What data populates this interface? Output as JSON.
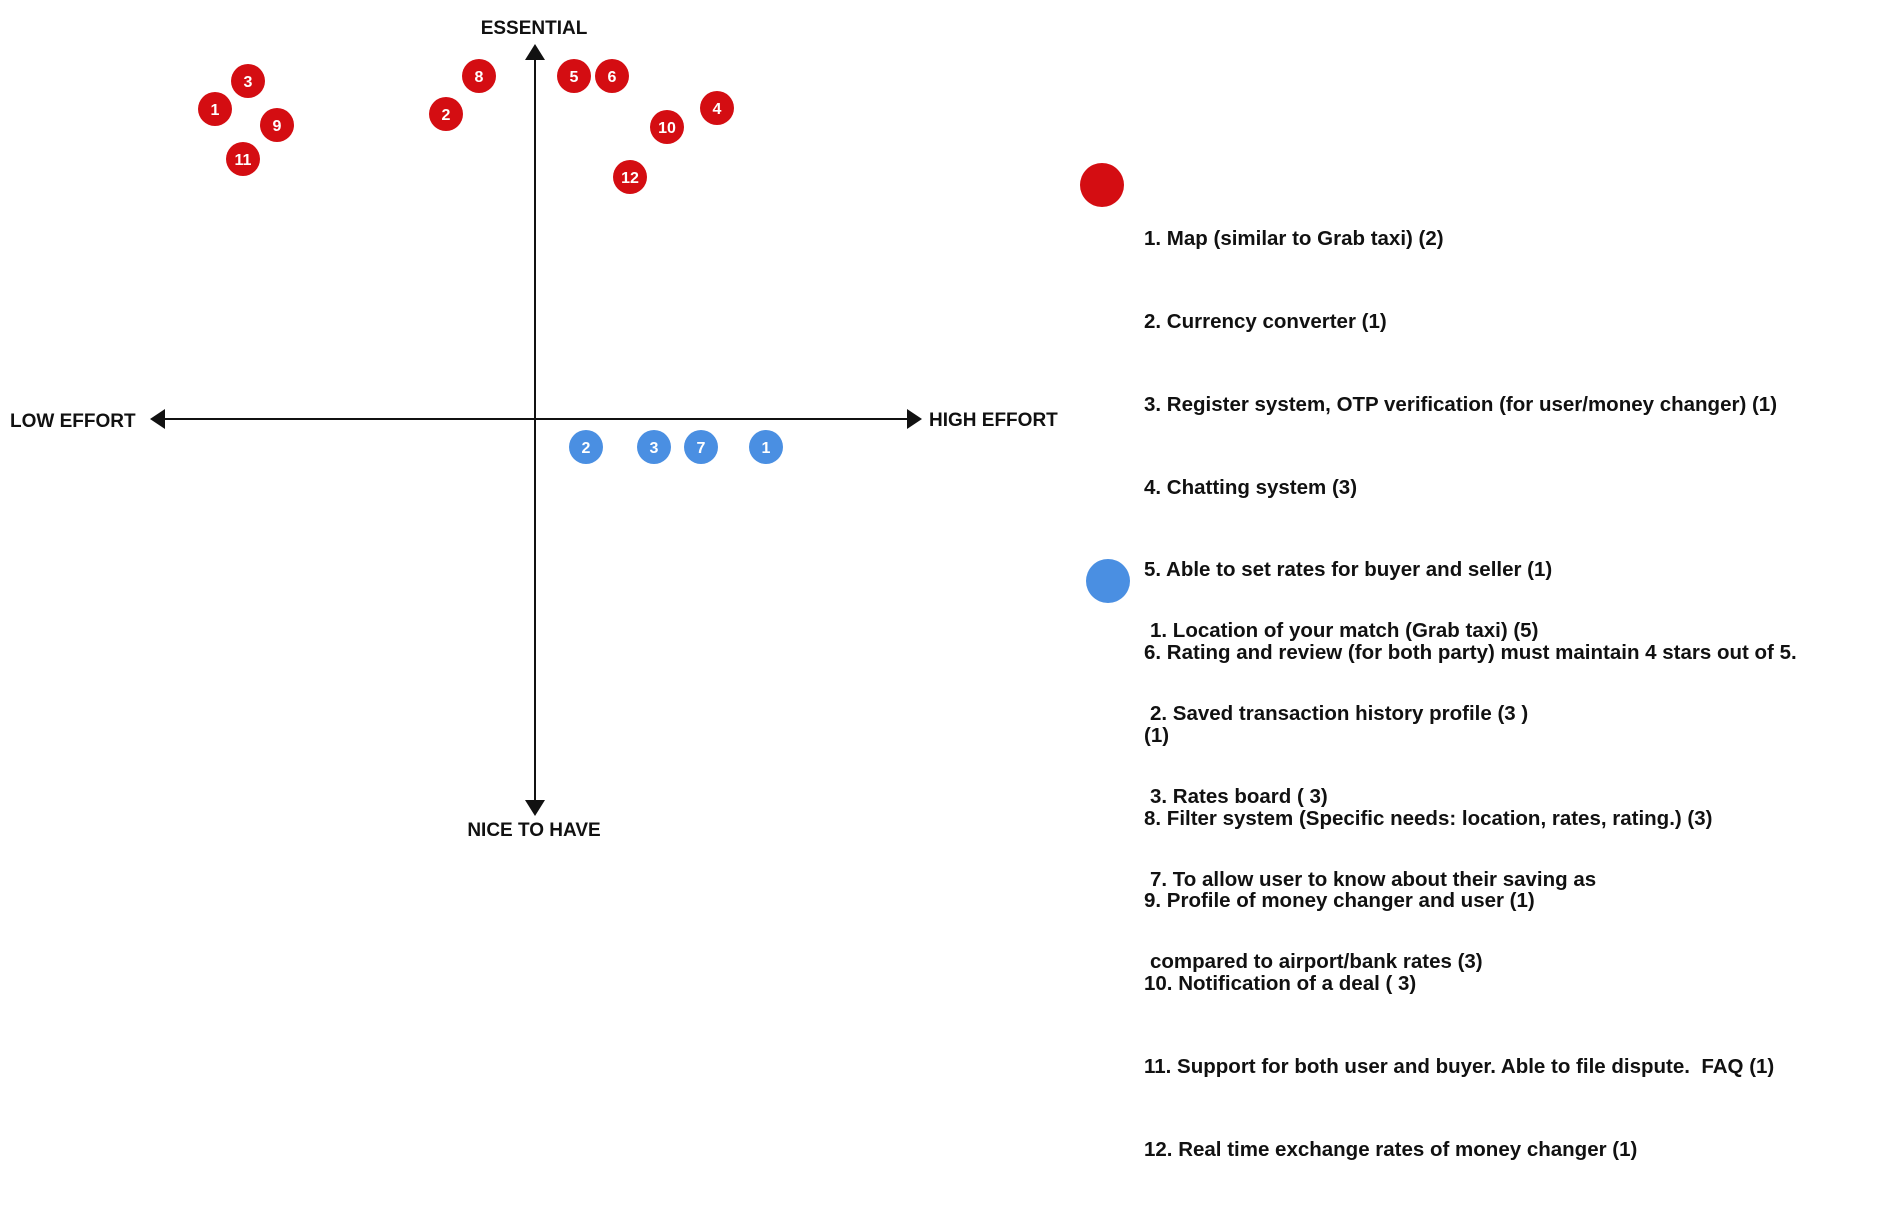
{
  "colors": {
    "essential_dot": "#d40d12",
    "nice_dot": "#4a8fe2",
    "axis": "#111111"
  },
  "axes": {
    "top": "ESSENTIAL",
    "bottom": "NICE TO HAVE",
    "left": "LOW EFFORT",
    "right": "HIGH EFFORT"
  },
  "essential_items": [
    {
      "label": "1"
    },
    {
      "label": "3"
    },
    {
      "label": "9"
    },
    {
      "label": "11"
    },
    {
      "label": "8"
    },
    {
      "label": "2"
    },
    {
      "label": "5"
    },
    {
      "label": "6"
    },
    {
      "label": "4"
    },
    {
      "label": "10"
    },
    {
      "label": "12"
    }
  ],
  "nice_items": [
    {
      "label": "2"
    },
    {
      "label": "3"
    },
    {
      "label": "7"
    },
    {
      "label": "1"
    }
  ],
  "legend_essential": [
    "1. Map (similar to Grab taxi) (2)",
    "2. Currency converter (1)",
    "3. Register system, OTP verification (for user/money changer) (1)",
    "4. Chatting system (3)",
    "5. Able to set rates for buyer and seller (1)",
    "6. Rating and review (for both party) must maintain 4 stars out of 5.",
    "(1)",
    "8. Filter system (Specific needs: location, rates, rating.) (3)",
    "9. Profile of money changer and user (1)",
    "10. Notification of a deal ( 3)",
    "11. Support for both user and buyer. Able to file dispute.  FAQ (1)",
    "12. Real time exchange rates of money changer (1)"
  ],
  "legend_nice": [
    "1. Location of your match (Grab taxi) (5)",
    "2. Saved transaction history profile (3 )",
    "3. Rates board ( 3)",
    "7. To allow user to know about their saving as",
    "compared to airport/bank rates (3)"
  ]
}
